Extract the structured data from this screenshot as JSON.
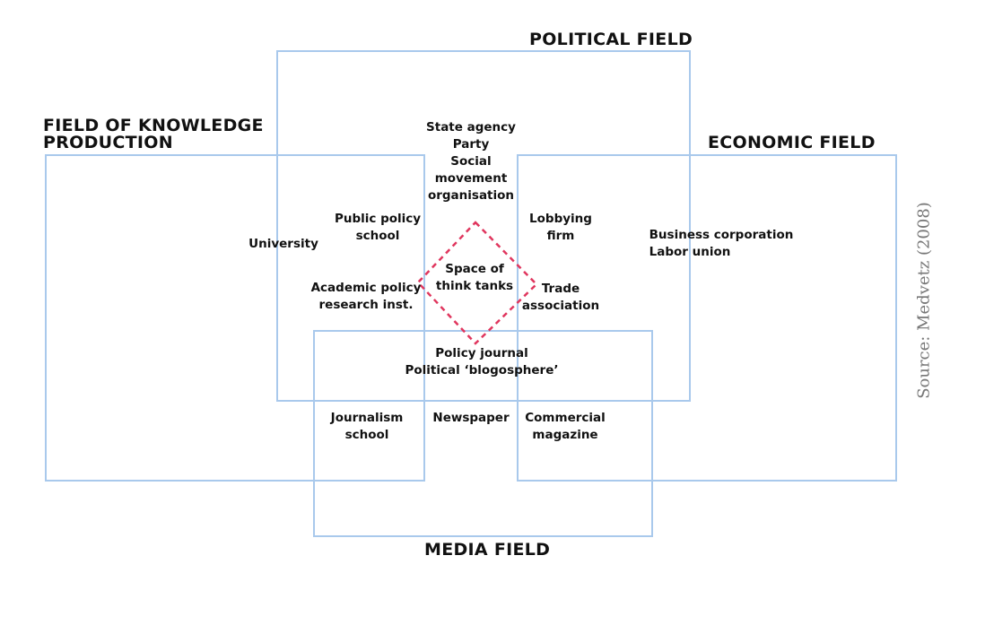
{
  "fields": {
    "political": "POLITICAL FIELD",
    "knowledge": "FIELD OF KNOWLEDGE\nPRODUCTION",
    "economic": "ECONOMIC FIELD",
    "media": "MEDIA FIELD"
  },
  "labels": {
    "state": "State agency\nParty\nSocial\nmovement\norganisation",
    "university": "University",
    "public_policy": "Public policy\nschool",
    "academic": "Academic policy\nresearch inst.",
    "think_tanks": "Space of\nthink tanks",
    "lobbying": "Lobbying\nfirm",
    "trade": "Trade\nassociation",
    "business": "Business corporation\nLabor union",
    "policy_journal": "Policy journal\nPolitical ‘blogosphere’",
    "journalism": "Journalism\nschool",
    "newspaper": "Newspaper",
    "commercial": "Commercial\nmagazine"
  },
  "source": "Source: Medvetz (2008)",
  "colors": {
    "field_border": "#a9c9ec",
    "think_tank_border": "#e0365e"
  }
}
